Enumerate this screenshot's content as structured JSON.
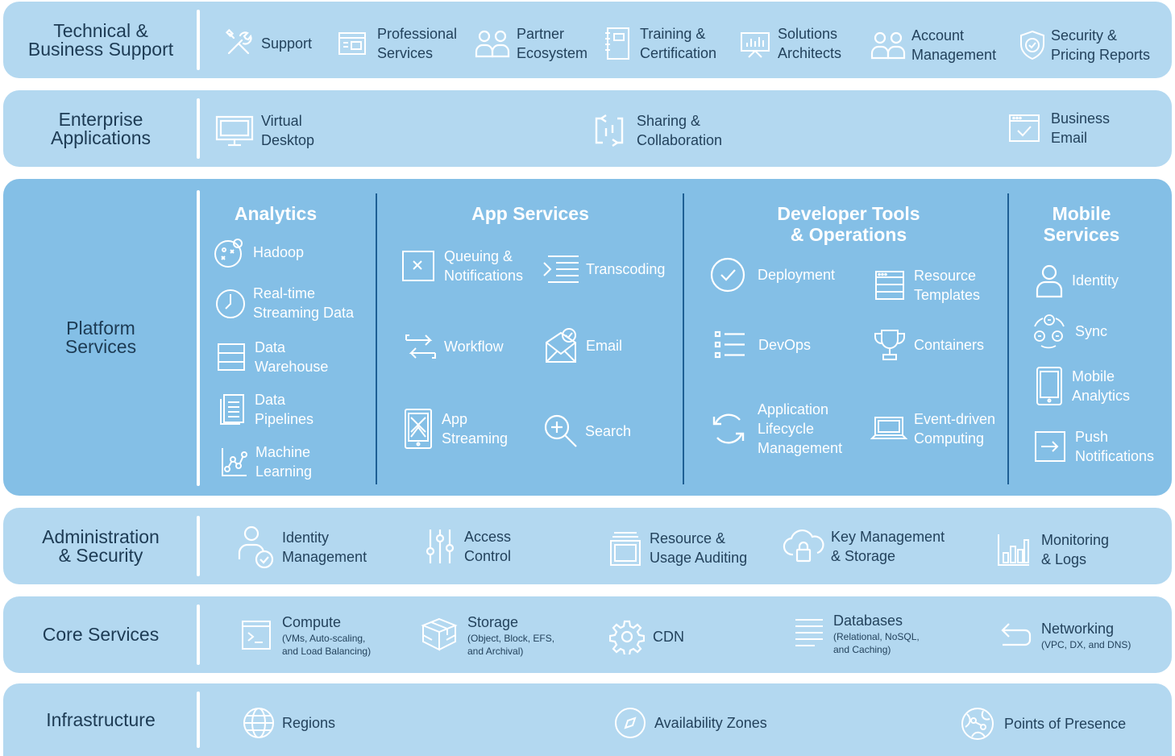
{
  "bands": {
    "technical": {
      "label": [
        "Technical &",
        "Business Support"
      ],
      "items": [
        {
          "label": [
            "Support"
          ],
          "icon": "tools-icon"
        },
        {
          "label": [
            "Professional",
            "Services"
          ],
          "icon": "window-icon"
        },
        {
          "label": [
            "Partner",
            "Ecosystem"
          ],
          "icon": "people-icon"
        },
        {
          "label": [
            "Training &",
            "Certification"
          ],
          "icon": "notebook-icon"
        },
        {
          "label": [
            "Solutions",
            "Architects"
          ],
          "icon": "presentation-icon"
        },
        {
          "label": [
            "Account",
            "Management"
          ],
          "icon": "people-icon"
        },
        {
          "label": [
            "Security &",
            "Pricing Reports"
          ],
          "icon": "shield-icon"
        }
      ]
    },
    "enterprise": {
      "label": [
        "Enterprise",
        "Applications"
      ],
      "items": [
        {
          "label": [
            "Virtual",
            "Desktop"
          ],
          "icon": "monitor-icon"
        },
        {
          "label": [
            "Sharing &",
            "Collaboration"
          ],
          "icon": "sync-arrows-icon"
        },
        {
          "label": [
            "Business",
            "Email"
          ],
          "icon": "checked-window-icon"
        }
      ]
    },
    "platform": {
      "label": [
        "Platform",
        "Services"
      ],
      "columns": [
        {
          "title": [
            "Analytics"
          ],
          "items": [
            {
              "label": [
                "Hadoop"
              ],
              "icon": "hadoop-icon"
            },
            {
              "label": [
                "Real-time",
                "Streaming Data"
              ],
              "icon": "clock-icon"
            },
            {
              "label": [
                "Data",
                "Warehouse"
              ],
              "icon": "table-icon"
            },
            {
              "label": [
                "Data",
                "Pipelines"
              ],
              "icon": "document-icon"
            },
            {
              "label": [
                "Machine",
                "Learning"
              ],
              "icon": "graph-icon"
            }
          ]
        },
        {
          "title": [
            "App Services"
          ],
          "items": [
            {
              "label": [
                "Queuing &",
                "Notifications"
              ],
              "icon": "queue-icon"
            },
            {
              "label": [
                "Transcoding"
              ],
              "icon": "transcode-icon"
            },
            {
              "label": [
                "Workflow"
              ],
              "icon": "workflow-icon"
            },
            {
              "label": [
                "Email"
              ],
              "icon": "email-icon"
            },
            {
              "label": [
                "App",
                "Streaming"
              ],
              "icon": "tablet-icon"
            },
            {
              "label": [
                "Search"
              ],
              "icon": "search-icon"
            }
          ]
        },
        {
          "title": [
            "Developer Tools",
            "& Operations"
          ],
          "items": [
            {
              "label": [
                "Deployment"
              ],
              "icon": "check-circle-icon"
            },
            {
              "label": [
                "Resource",
                "Templates"
              ],
              "icon": "template-icon"
            },
            {
              "label": [
                "DevOps"
              ],
              "icon": "list-icon"
            },
            {
              "label": [
                "Containers"
              ],
              "icon": "trophy-icon"
            },
            {
              "label": [
                "Application",
                "Lifecycle",
                "Management"
              ],
              "icon": "cycle-icon"
            },
            {
              "label": [
                "Event-driven",
                "Computing"
              ],
              "icon": "laptop-icon"
            }
          ]
        },
        {
          "title": [
            "Mobile",
            "Services"
          ],
          "items": [
            {
              "label": [
                "Identity"
              ],
              "icon": "user-icon"
            },
            {
              "label": [
                "Sync"
              ],
              "icon": "user-sync-icon"
            },
            {
              "label": [
                "Mobile",
                "Analytics"
              ],
              "icon": "phone-icon"
            },
            {
              "label": [
                "Push",
                "Notifications"
              ],
              "icon": "push-icon"
            }
          ]
        }
      ]
    },
    "admin": {
      "label": [
        "Administration",
        "& Security"
      ],
      "items": [
        {
          "label": [
            "Identity",
            "Management"
          ],
          "icon": "user-check-icon"
        },
        {
          "label": [
            "Access",
            "Control"
          ],
          "icon": "sliders-icon"
        },
        {
          "label": [
            "Resource &",
            "Usage Auditing"
          ],
          "icon": "stack-icon"
        },
        {
          "label": [
            "Key Management",
            "& Storage"
          ],
          "icon": "cloud-lock-icon"
        },
        {
          "label": [
            "Monitoring",
            "& Logs"
          ],
          "icon": "bar-chart-icon"
        }
      ]
    },
    "core": {
      "label": [
        "Core Services"
      ],
      "items": [
        {
          "label": [
            "Compute"
          ],
          "sub": [
            "(VMs, Auto-scaling,",
            "and Load Balancing)"
          ],
          "icon": "terminal-icon"
        },
        {
          "label": [
            "Storage"
          ],
          "sub": [
            "(Object, Block, EFS,",
            "and Archival)"
          ],
          "icon": "boxes-icon"
        },
        {
          "label": [
            "CDN"
          ],
          "icon": "gear-icon"
        },
        {
          "label": [
            "Databases"
          ],
          "sub": [
            "(Relational, NoSQL,",
            "and Caching)"
          ],
          "icon": "lines-icon"
        },
        {
          "label": [
            "Networking"
          ],
          "sub": [
            "(VPC, DX, and DNS)"
          ],
          "icon": "return-arrow-icon"
        }
      ]
    },
    "infra": {
      "label": [
        "Infrastructure"
      ],
      "items": [
        {
          "label": [
            "Regions"
          ],
          "icon": "globe-icon"
        },
        {
          "label": [
            "Availability Zones"
          ],
          "icon": "compass-icon"
        },
        {
          "label": [
            "Points of Presence"
          ],
          "icon": "globe-pins-icon"
        }
      ]
    }
  }
}
